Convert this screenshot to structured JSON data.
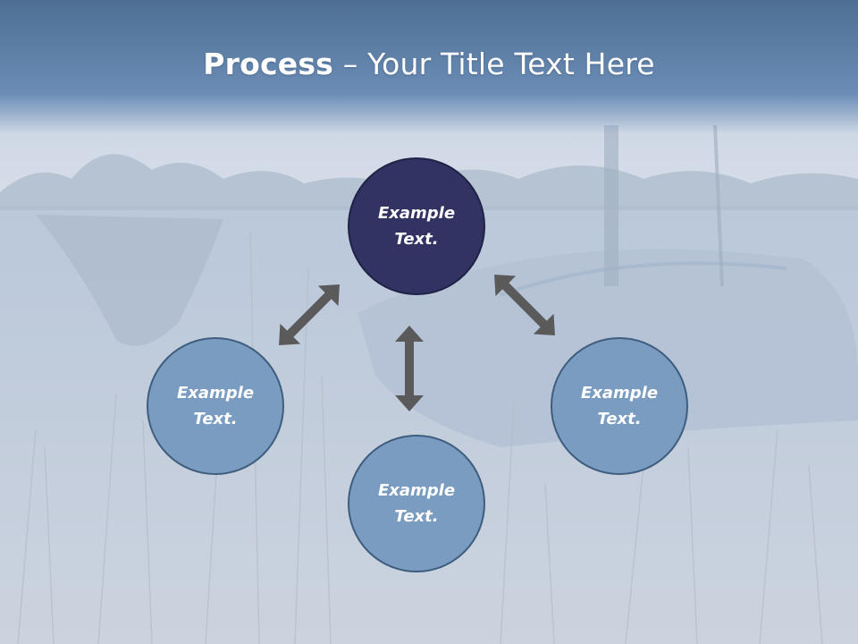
{
  "title": {
    "bold": "Process",
    "rest": " – Your Title Text Here"
  },
  "nodes": [
    {
      "label": "Example Text."
    },
    {
      "label": "Example Text."
    },
    {
      "label": "Example Text."
    },
    {
      "label": "Example Text."
    }
  ],
  "colors": {
    "header": "#5f82ab",
    "node_primary": "#323263",
    "node_secondary": "#7a9cc0",
    "arrow": "#5a5a5a"
  }
}
